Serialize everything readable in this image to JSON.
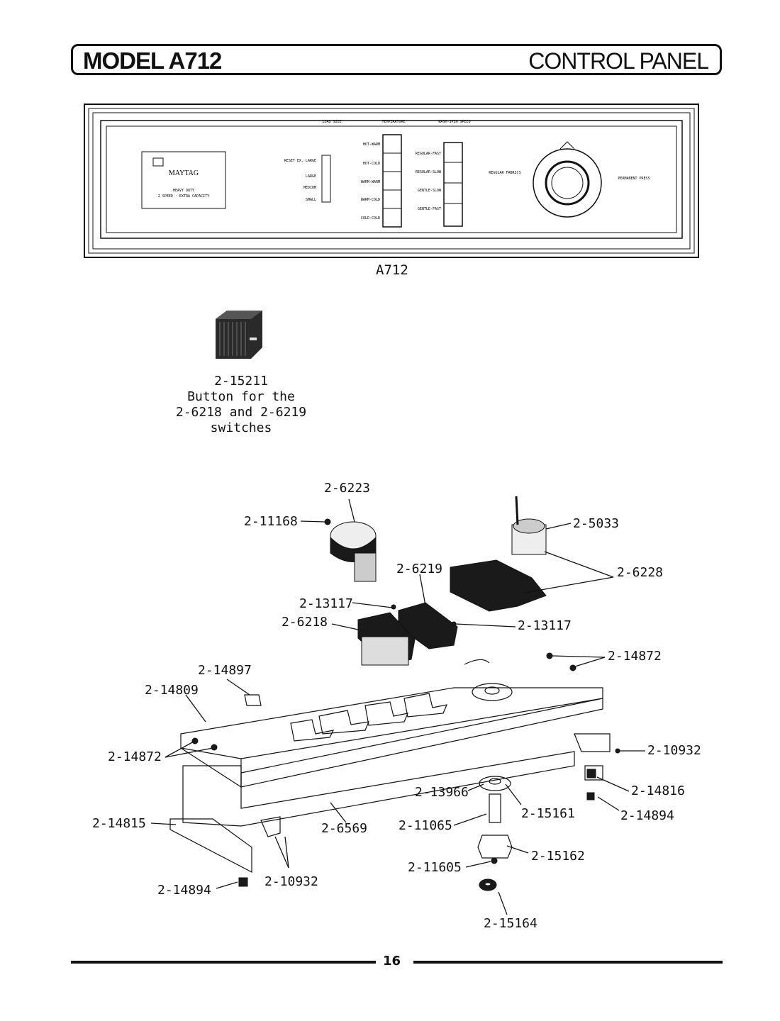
{
  "header": {
    "model": "MODEL A712",
    "section": "CONTROL PANEL"
  },
  "panel": {
    "caption": "A712",
    "brand": "MAYTAG",
    "badge_line1": "HEAVY DUTY",
    "badge_line2": "2 SPEED · EXTRA CAPACITY",
    "group_labels": [
      "LOAD SIZE",
      "TEMPERATURE",
      "WASH-SPIN SPEED"
    ],
    "load_sizes": [
      "RESET EX. LARGE",
      "LARGE",
      "MEDIUM",
      "SMALL"
    ],
    "temperatures": [
      "HOT-WARM",
      "HOT-COLD",
      "WARM-WARM",
      "WARM-COLD",
      "COLD-COLD"
    ],
    "speeds": [
      "REGULAR-FAST",
      "REGULAR-SLOW",
      "GENTLE-SLOW",
      "GENTLE-FAST"
    ],
    "dial_left_label": "REGULAR FABRICS",
    "dial_right_label": "PERMANENT PRESS"
  },
  "button_part": {
    "part_number": "2-15211",
    "line1": "Button for the",
    "line2": "2-6218 and 2-6219",
    "line3": "switches"
  },
  "callouts": {
    "c6223": "2-6223",
    "c11168": "2-11168",
    "c5033": "2-5033",
    "c6228": "2-6228",
    "c6219": "2-6219",
    "c13117a": "2-13117",
    "c6218": "2-6218",
    "c13117b": "2-13117",
    "c14872a": "2-14872",
    "c14897": "2-14897",
    "c14809": "2-14809",
    "c14872b": "2-14872",
    "c10932a": "2-10932",
    "c14816": "2-14816",
    "c13966": "2-13966",
    "c15161": "2-15161",
    "c14894a": "2-14894",
    "c14815": "2-14815",
    "c6569": "2-6569",
    "c11065": "2-11065",
    "c15162": "2-15162",
    "c11605": "2-11605",
    "c14894b": "2-14894",
    "c10932b": "2-10932",
    "c15164": "2-15164"
  },
  "footer": {
    "page_number": "16"
  }
}
